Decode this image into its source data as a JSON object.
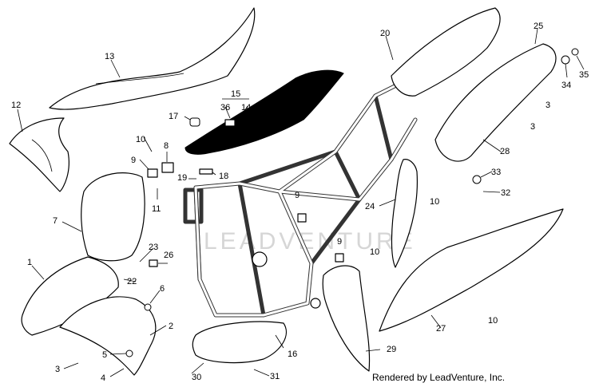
{
  "diagram": {
    "credit": "Rendered by LeadVenture, Inc.",
    "watermark": "LEADVENTURE",
    "callouts": {
      "c1": "1",
      "c2": "2",
      "c3a": "3",
      "c3b": "3",
      "c3c": "3",
      "c4": "4",
      "c5": "5",
      "c6": "6",
      "c7": "7",
      "c8": "8",
      "c9a": "9",
      "c9b": "9",
      "c9c": "9",
      "c10a": "10",
      "c10b": "10",
      "c10c": "10",
      "c10d": "10",
      "c11": "11",
      "c12": "12",
      "c13": "13",
      "c14": "14",
      "c15": "15",
      "c16": "16",
      "c17": "17",
      "c18": "18",
      "c19": "19",
      "c20": "20",
      "c22": "22",
      "c23": "23",
      "c24": "24",
      "c25": "25",
      "c26": "26",
      "c27": "27",
      "c28": "28",
      "c29": "29",
      "c30": "30",
      "c31": "31",
      "c32": "32",
      "c33": "33",
      "c34": "34",
      "c35": "35",
      "c36": "36"
    }
  }
}
